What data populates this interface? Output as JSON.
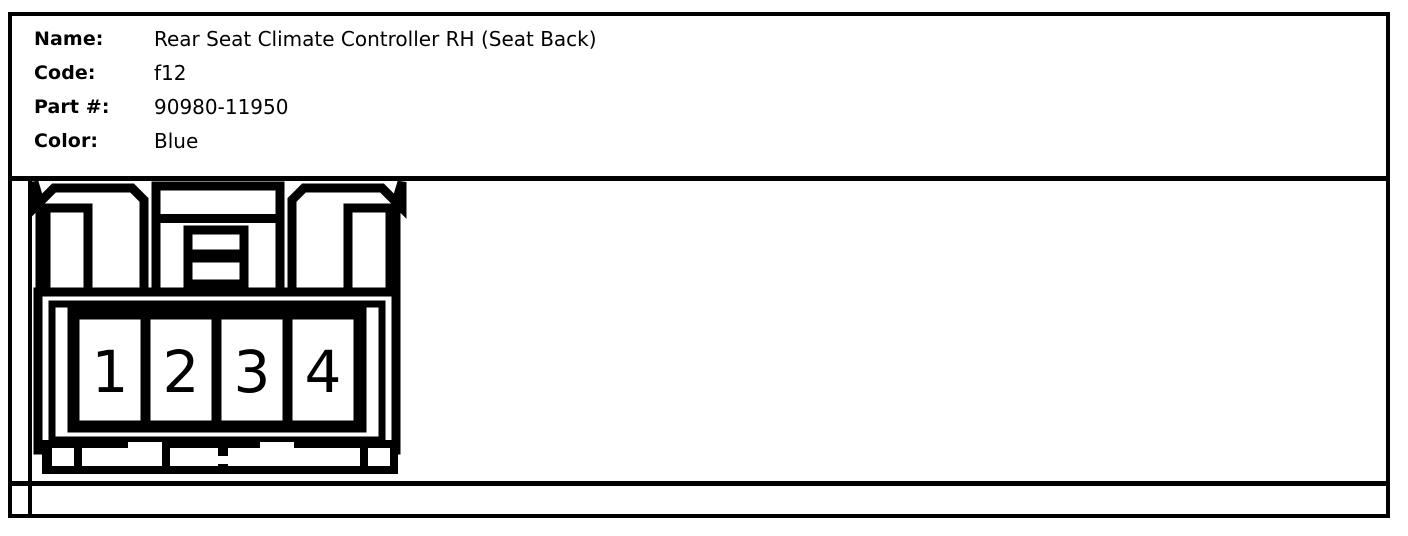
{
  "info": {
    "rows": [
      {
        "label": "Name:",
        "value": "Rear Seat Climate Controller RH (Seat Back)"
      },
      {
        "label": "Code:",
        "value": "f12"
      },
      {
        "label": "Part #:",
        "value": "90980-11950"
      },
      {
        "label": "Color:",
        "value": "Blue"
      }
    ]
  },
  "connector": {
    "type": "4-pin-female-connector-front-view",
    "pin_count": 4,
    "pins": [
      {
        "number": "1"
      },
      {
        "number": "2"
      },
      {
        "number": "3"
      },
      {
        "number": "4"
      }
    ],
    "line_color": "#000000",
    "fill_color": "#ffffff"
  },
  "colors": {
    "border": "#000000",
    "background": "#ffffff",
    "text": "#000000"
  }
}
